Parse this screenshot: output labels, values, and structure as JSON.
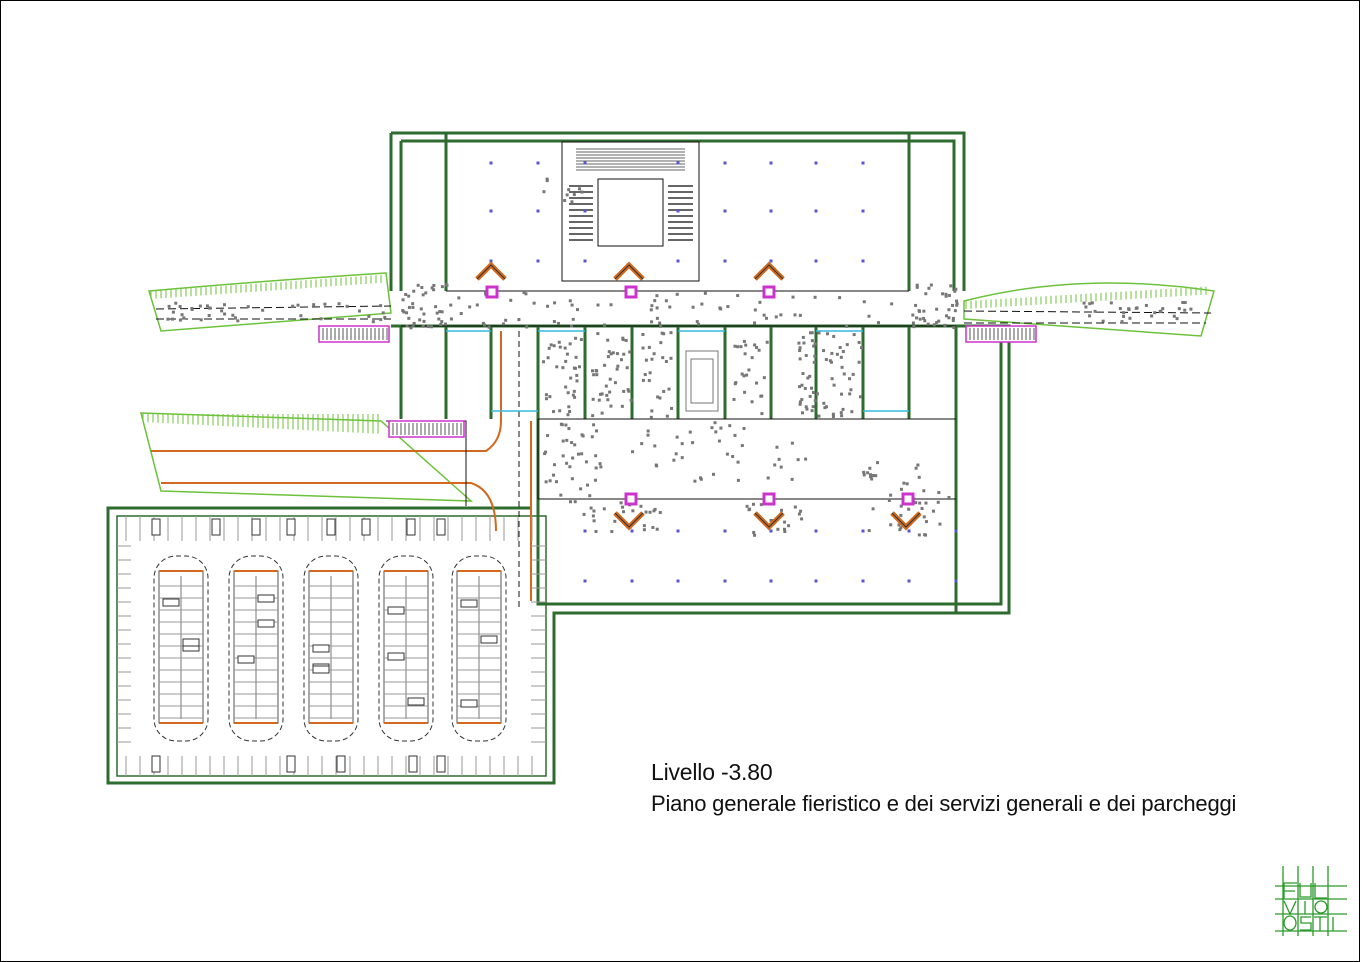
{
  "drawing": {
    "level_label": "Livello -3.80",
    "plan_title": "Piano generale fieristico e dei servizi generali e dei parcheggi"
  },
  "logo": {
    "text_rows": [
      "FUL",
      "VIO",
      "OSTI"
    ]
  },
  "colors": {
    "wall_green": "#2e6b2e",
    "grass_green": "#6cc23a",
    "ramp_orange": "#d2691e",
    "furniture_gray": "#777777",
    "marker_magenta": "#cc33cc",
    "glass_cyan": "#33bbdd",
    "column_blue": "#5555cc"
  }
}
